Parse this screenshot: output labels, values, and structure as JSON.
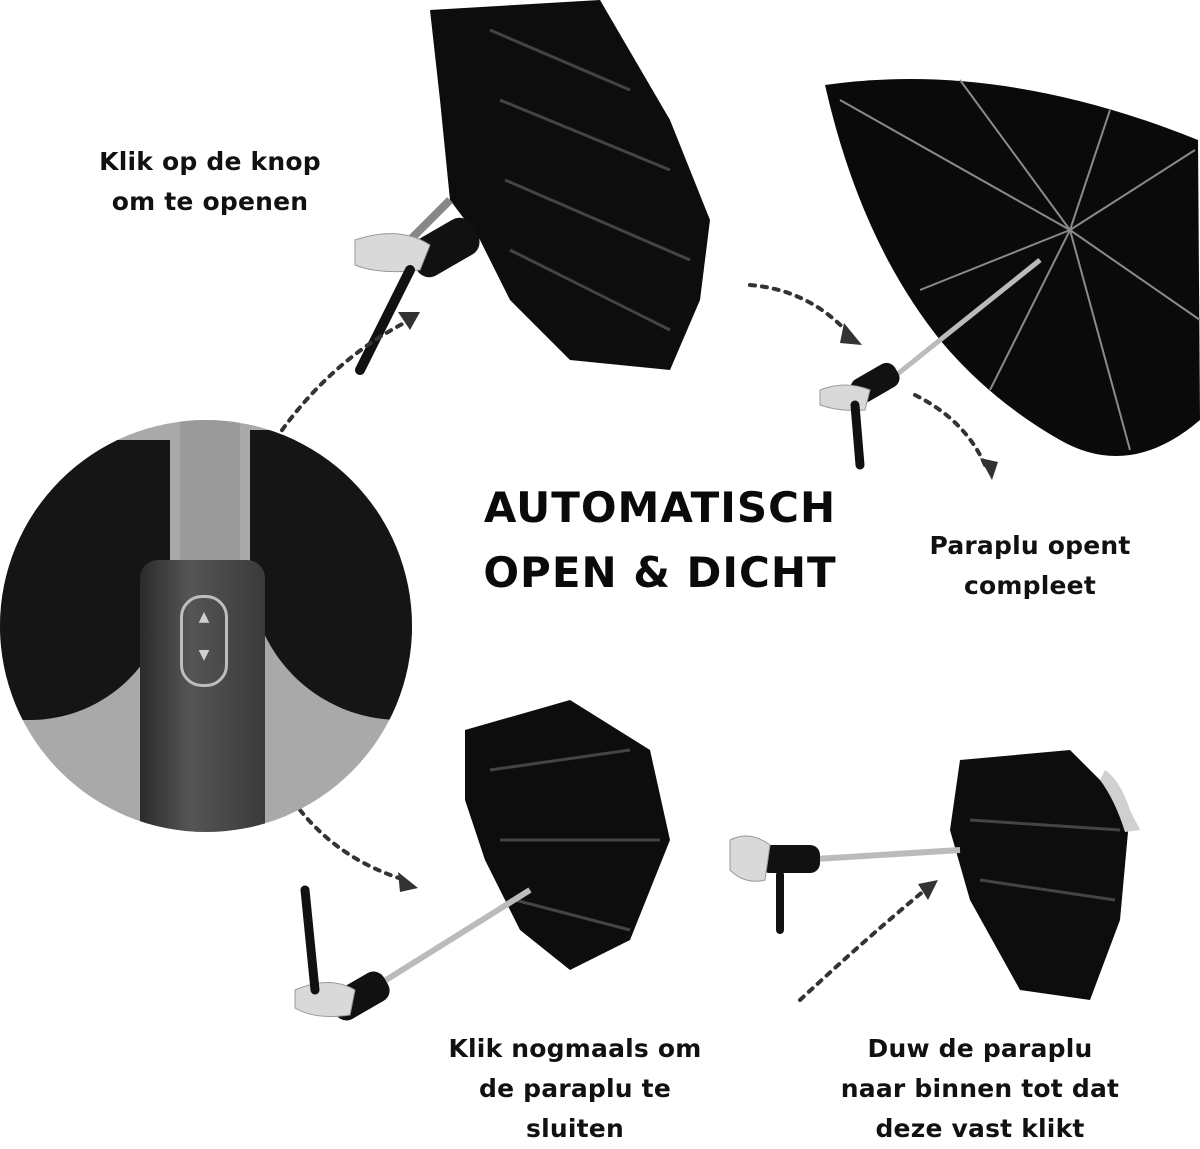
{
  "headline": {
    "line1": "AUTOMATISCH",
    "line2": "OPEN & DICHT"
  },
  "steps": [
    {
      "id": "step-open-button",
      "lines": [
        "Klik op de knop",
        "om te openen"
      ]
    },
    {
      "id": "step-fully-open",
      "lines": [
        "Paraplu opent",
        "compleet"
      ]
    },
    {
      "id": "step-close-button",
      "lines": [
        "Klik nogmaals om",
        "de paraplu te",
        "sluiten"
      ]
    },
    {
      "id": "step-push-in",
      "lines": [
        "Duw de paraplu",
        "naar binnen tot dat",
        "deze vast klikt"
      ]
    }
  ],
  "closeup": {
    "button_up_glyph": "▲",
    "button_down_glyph": "▼"
  },
  "colors": {
    "text": "#111111",
    "canopy": "#0d0d0d",
    "arrow": "#333333",
    "background": "#ffffff"
  }
}
